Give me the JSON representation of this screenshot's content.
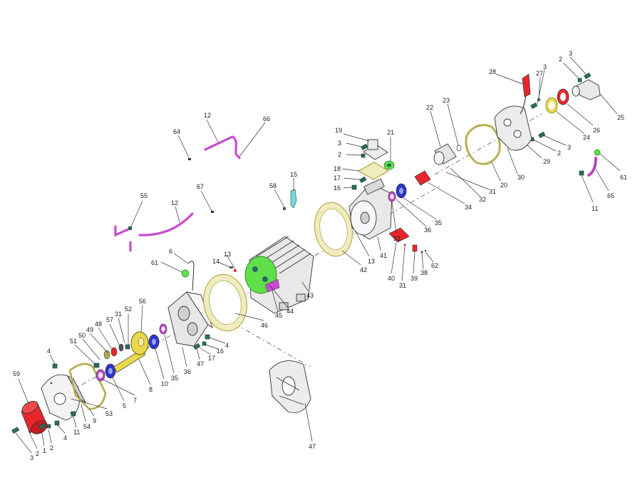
{
  "diagram": {
    "callouts": [
      {
        "id": "c59",
        "text": "59"
      },
      {
        "id": "c3a",
        "text": "3"
      },
      {
        "id": "c2a",
        "text": "2"
      },
      {
        "id": "c1a",
        "text": "1"
      },
      {
        "id": "c2b",
        "text": "2"
      },
      {
        "id": "c4a",
        "text": "4"
      },
      {
        "id": "c11a",
        "text": "11"
      },
      {
        "id": "c54",
        "text": "54"
      },
      {
        "id": "c9",
        "text": "9"
      },
      {
        "id": "c53",
        "text": "53"
      },
      {
        "id": "c4b",
        "text": "4"
      },
      {
        "id": "c51",
        "text": "51"
      },
      {
        "id": "c50",
        "text": "50"
      },
      {
        "id": "c49",
        "text": "49"
      },
      {
        "id": "c48",
        "text": "48"
      },
      {
        "id": "c57",
        "text": "57"
      },
      {
        "id": "c31a",
        "text": "31"
      },
      {
        "id": "c52",
        "text": "52"
      },
      {
        "id": "c56",
        "text": "56"
      },
      {
        "id": "c7",
        "text": "7"
      },
      {
        "id": "c5",
        "text": "5"
      },
      {
        "id": "c8",
        "text": "8"
      },
      {
        "id": "c10",
        "text": "10"
      },
      {
        "id": "c35a",
        "text": "35"
      },
      {
        "id": "c36a",
        "text": "36"
      },
      {
        "id": "c47a",
        "text": "47"
      },
      {
        "id": "c17a",
        "text": "17"
      },
      {
        "id": "c16a",
        "text": "16"
      },
      {
        "id": "c4c",
        "text": "4"
      },
      {
        "id": "c6",
        "text": "6"
      },
      {
        "id": "c61a",
        "text": "61"
      },
      {
        "id": "c14",
        "text": "14"
      },
      {
        "id": "c13a",
        "text": "13"
      },
      {
        "id": "c46",
        "text": "46"
      },
      {
        "id": "c45",
        "text": "45"
      },
      {
        "id": "c44",
        "text": "44"
      },
      {
        "id": "c43",
        "text": "43"
      },
      {
        "id": "c47b",
        "text": "47"
      },
      {
        "id": "c55",
        "text": "55"
      },
      {
        "id": "c12a",
        "text": "12"
      },
      {
        "id": "c67",
        "text": "67"
      },
      {
        "id": "c64",
        "text": "64"
      },
      {
        "id": "c12b",
        "text": "12"
      },
      {
        "id": "c66",
        "text": "66"
      },
      {
        "id": "c58",
        "text": "58"
      },
      {
        "id": "c15",
        "text": "15"
      },
      {
        "id": "c42",
        "text": "42"
      },
      {
        "id": "c13b",
        "text": "13"
      },
      {
        "id": "c41",
        "text": "41"
      },
      {
        "id": "c19",
        "text": "19"
      },
      {
        "id": "c3b",
        "text": "3"
      },
      {
        "id": "c2c",
        "text": "2"
      },
      {
        "id": "c21",
        "text": "21"
      },
      {
        "id": "c18",
        "text": "18"
      },
      {
        "id": "c17b",
        "text": "17"
      },
      {
        "id": "c16b",
        "text": "16"
      },
      {
        "id": "c33",
        "text": "33"
      },
      {
        "id": "c36b",
        "text": "36"
      },
      {
        "id": "c35b",
        "text": "35"
      },
      {
        "id": "c40",
        "text": "40"
      },
      {
        "id": "c31b",
        "text": "31"
      },
      {
        "id": "c39",
        "text": "39"
      },
      {
        "id": "c38",
        "text": "38"
      },
      {
        "id": "c62",
        "text": "62"
      },
      {
        "id": "c22",
        "text": "22"
      },
      {
        "id": "c23",
        "text": "23"
      },
      {
        "id": "c20",
        "text": "20"
      },
      {
        "id": "c31c",
        "text": "31"
      },
      {
        "id": "c32",
        "text": "32"
      },
      {
        "id": "c34",
        "text": "34"
      },
      {
        "id": "c30",
        "text": "30"
      },
      {
        "id": "c28",
        "text": "28"
      },
      {
        "id": "c27",
        "text": "27"
      },
      {
        "id": "c3c",
        "text": "3"
      },
      {
        "id": "c2d",
        "text": "2"
      },
      {
        "id": "c3d",
        "text": "3"
      },
      {
        "id": "c25",
        "text": "25"
      },
      {
        "id": "c26",
        "text": "26"
      },
      {
        "id": "c24",
        "text": "24"
      },
      {
        "id": "c3e",
        "text": "3"
      },
      {
        "id": "c2e",
        "text": "2"
      },
      {
        "id": "c29",
        "text": "29"
      },
      {
        "id": "c61b",
        "text": "61"
      },
      {
        "id": "c65",
        "text": "65"
      },
      {
        "id": "c11b",
        "text": "11"
      }
    ],
    "colors": {
      "outline": "#333333",
      "red": "#e8262b",
      "magenta": "#c94bd1",
      "green": "#5fe04a",
      "yellow": "#e9d94a",
      "olive": "#b5ad4a",
      "blue": "#2d35c8",
      "teal": "#2a6b60",
      "gray": "#d9d9d9"
    }
  }
}
